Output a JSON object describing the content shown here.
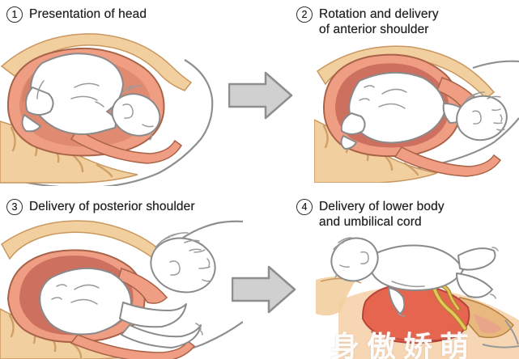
{
  "figure": {
    "panels": [
      {
        "number": "1",
        "line1": "Presentation of head",
        "line2": ""
      },
      {
        "number": "2",
        "line1": "Rotation and delivery",
        "line2": "of anterior shoulder"
      },
      {
        "number": "3",
        "line1": "Delivery of posterior shoulder",
        "line2": ""
      },
      {
        "number": "4",
        "line1": "Delivery of lower body",
        "line2": "and umbilical cord"
      }
    ],
    "arrows": [
      {
        "icon": "right-block-arrow"
      },
      {
        "icon": "right-block-arrow"
      }
    ],
    "watermark": "身傲娇萌",
    "colors": {
      "background": "#FFFFFF",
      "label_text": "#222222",
      "tan": "#F2CF9F",
      "tan_outline": "#C9975F",
      "salmon": "#EF9E84",
      "salmon_outline": "#A96349",
      "cavity_light": "#E08A72",
      "cavity_dark": "#CE7060",
      "uterus_red": "#E6654F",
      "uterus_red_outline": "#B5443A",
      "cord_yellow": "#E8C75A",
      "cord_outline": "#A8842F",
      "peach": "#F6D0A6",
      "baby_fill": "#FFFFFF",
      "baby_outline": "#8A8A8A",
      "silhouette_gray": "#8F8F8F",
      "arrow_fill": "#D0D0D0",
      "arrow_outline": "#8E8E8E",
      "watermark_color": "#FFFFFF"
    }
  }
}
